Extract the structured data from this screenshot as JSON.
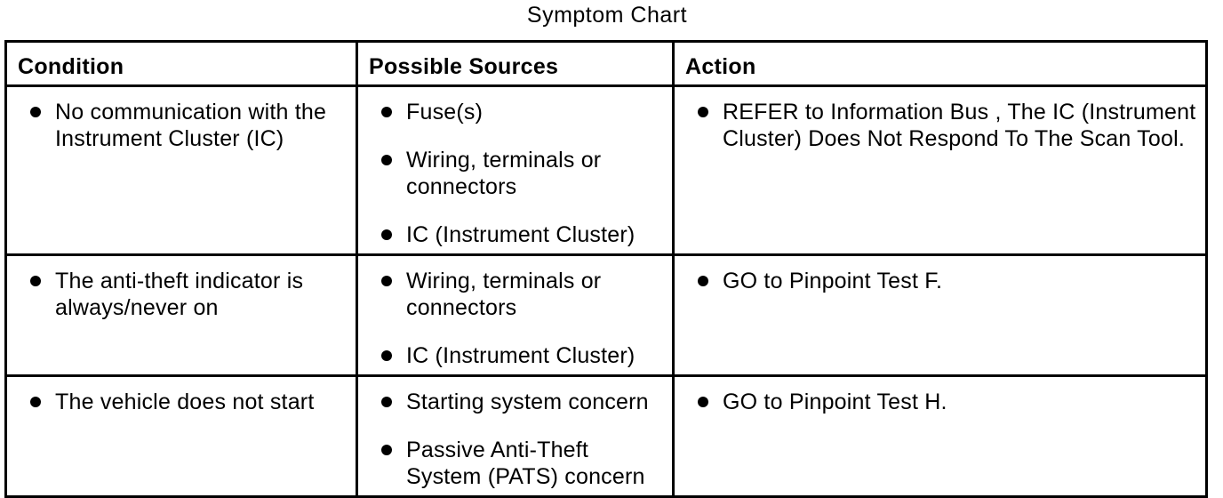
{
  "page": {
    "title": "Symptom Chart"
  },
  "table": {
    "headers": [
      "Condition",
      "Possible Sources",
      "Action"
    ],
    "rows": [
      {
        "condition": [
          "No communication with the Instrument Cluster (IC)"
        ],
        "sources": [
          "Fuse(s)",
          "Wiring, terminals or connectors",
          "IC (Instrument Cluster)"
        ],
        "action": [
          "REFER to Information Bus , The IC (Instrument Cluster) Does Not Respond To The Scan Tool."
        ]
      },
      {
        "condition": [
          "The anti-theft indicator is always/never on"
        ],
        "sources": [
          "Wiring, terminals or connectors",
          "IC (Instrument Cluster)"
        ],
        "action": [
          "GO to Pinpoint Test F."
        ]
      },
      {
        "condition": [
          "The vehicle does not start"
        ],
        "sources": [
          "Starting system concern",
          "Passive Anti-Theft System (PATS) concern"
        ],
        "action": [
          "GO to Pinpoint Test H."
        ]
      }
    ]
  },
  "colors": {
    "text": "#000000",
    "border": "#000000",
    "background": "#ffffff"
  }
}
